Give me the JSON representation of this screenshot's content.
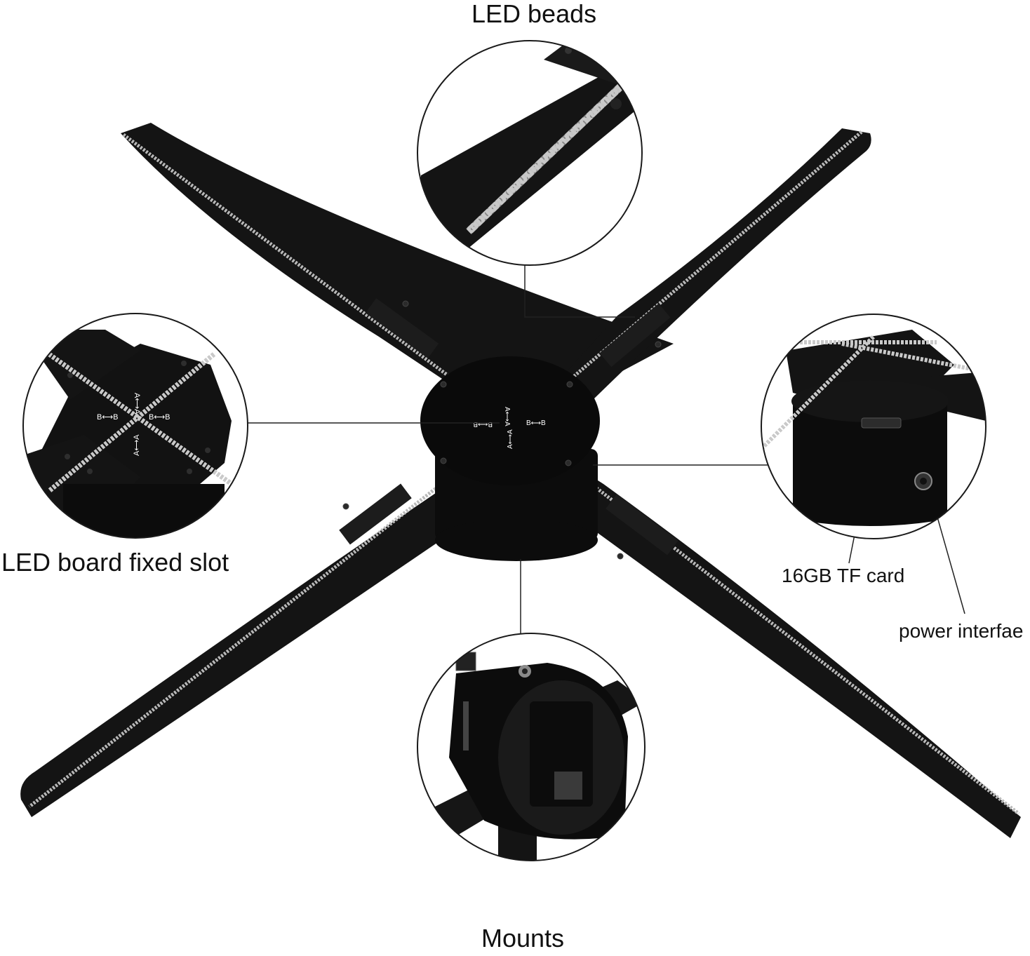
{
  "labels": {
    "led_beads": "LED beads",
    "led_board_fixed_slot": "LED board fixed slot",
    "tf_card": "16GB TF card",
    "power_interface": "power interfae",
    "mounts": "Mounts"
  },
  "colors": {
    "blade": "#141414",
    "led_strip": "#b9b9b9",
    "leader_line": "#222222",
    "callout_border": "#1a1a1a",
    "hub": "#0c0c0c",
    "text": "#111111"
  },
  "icons": [
    "screw-icon",
    "arrow-marking-icon"
  ]
}
